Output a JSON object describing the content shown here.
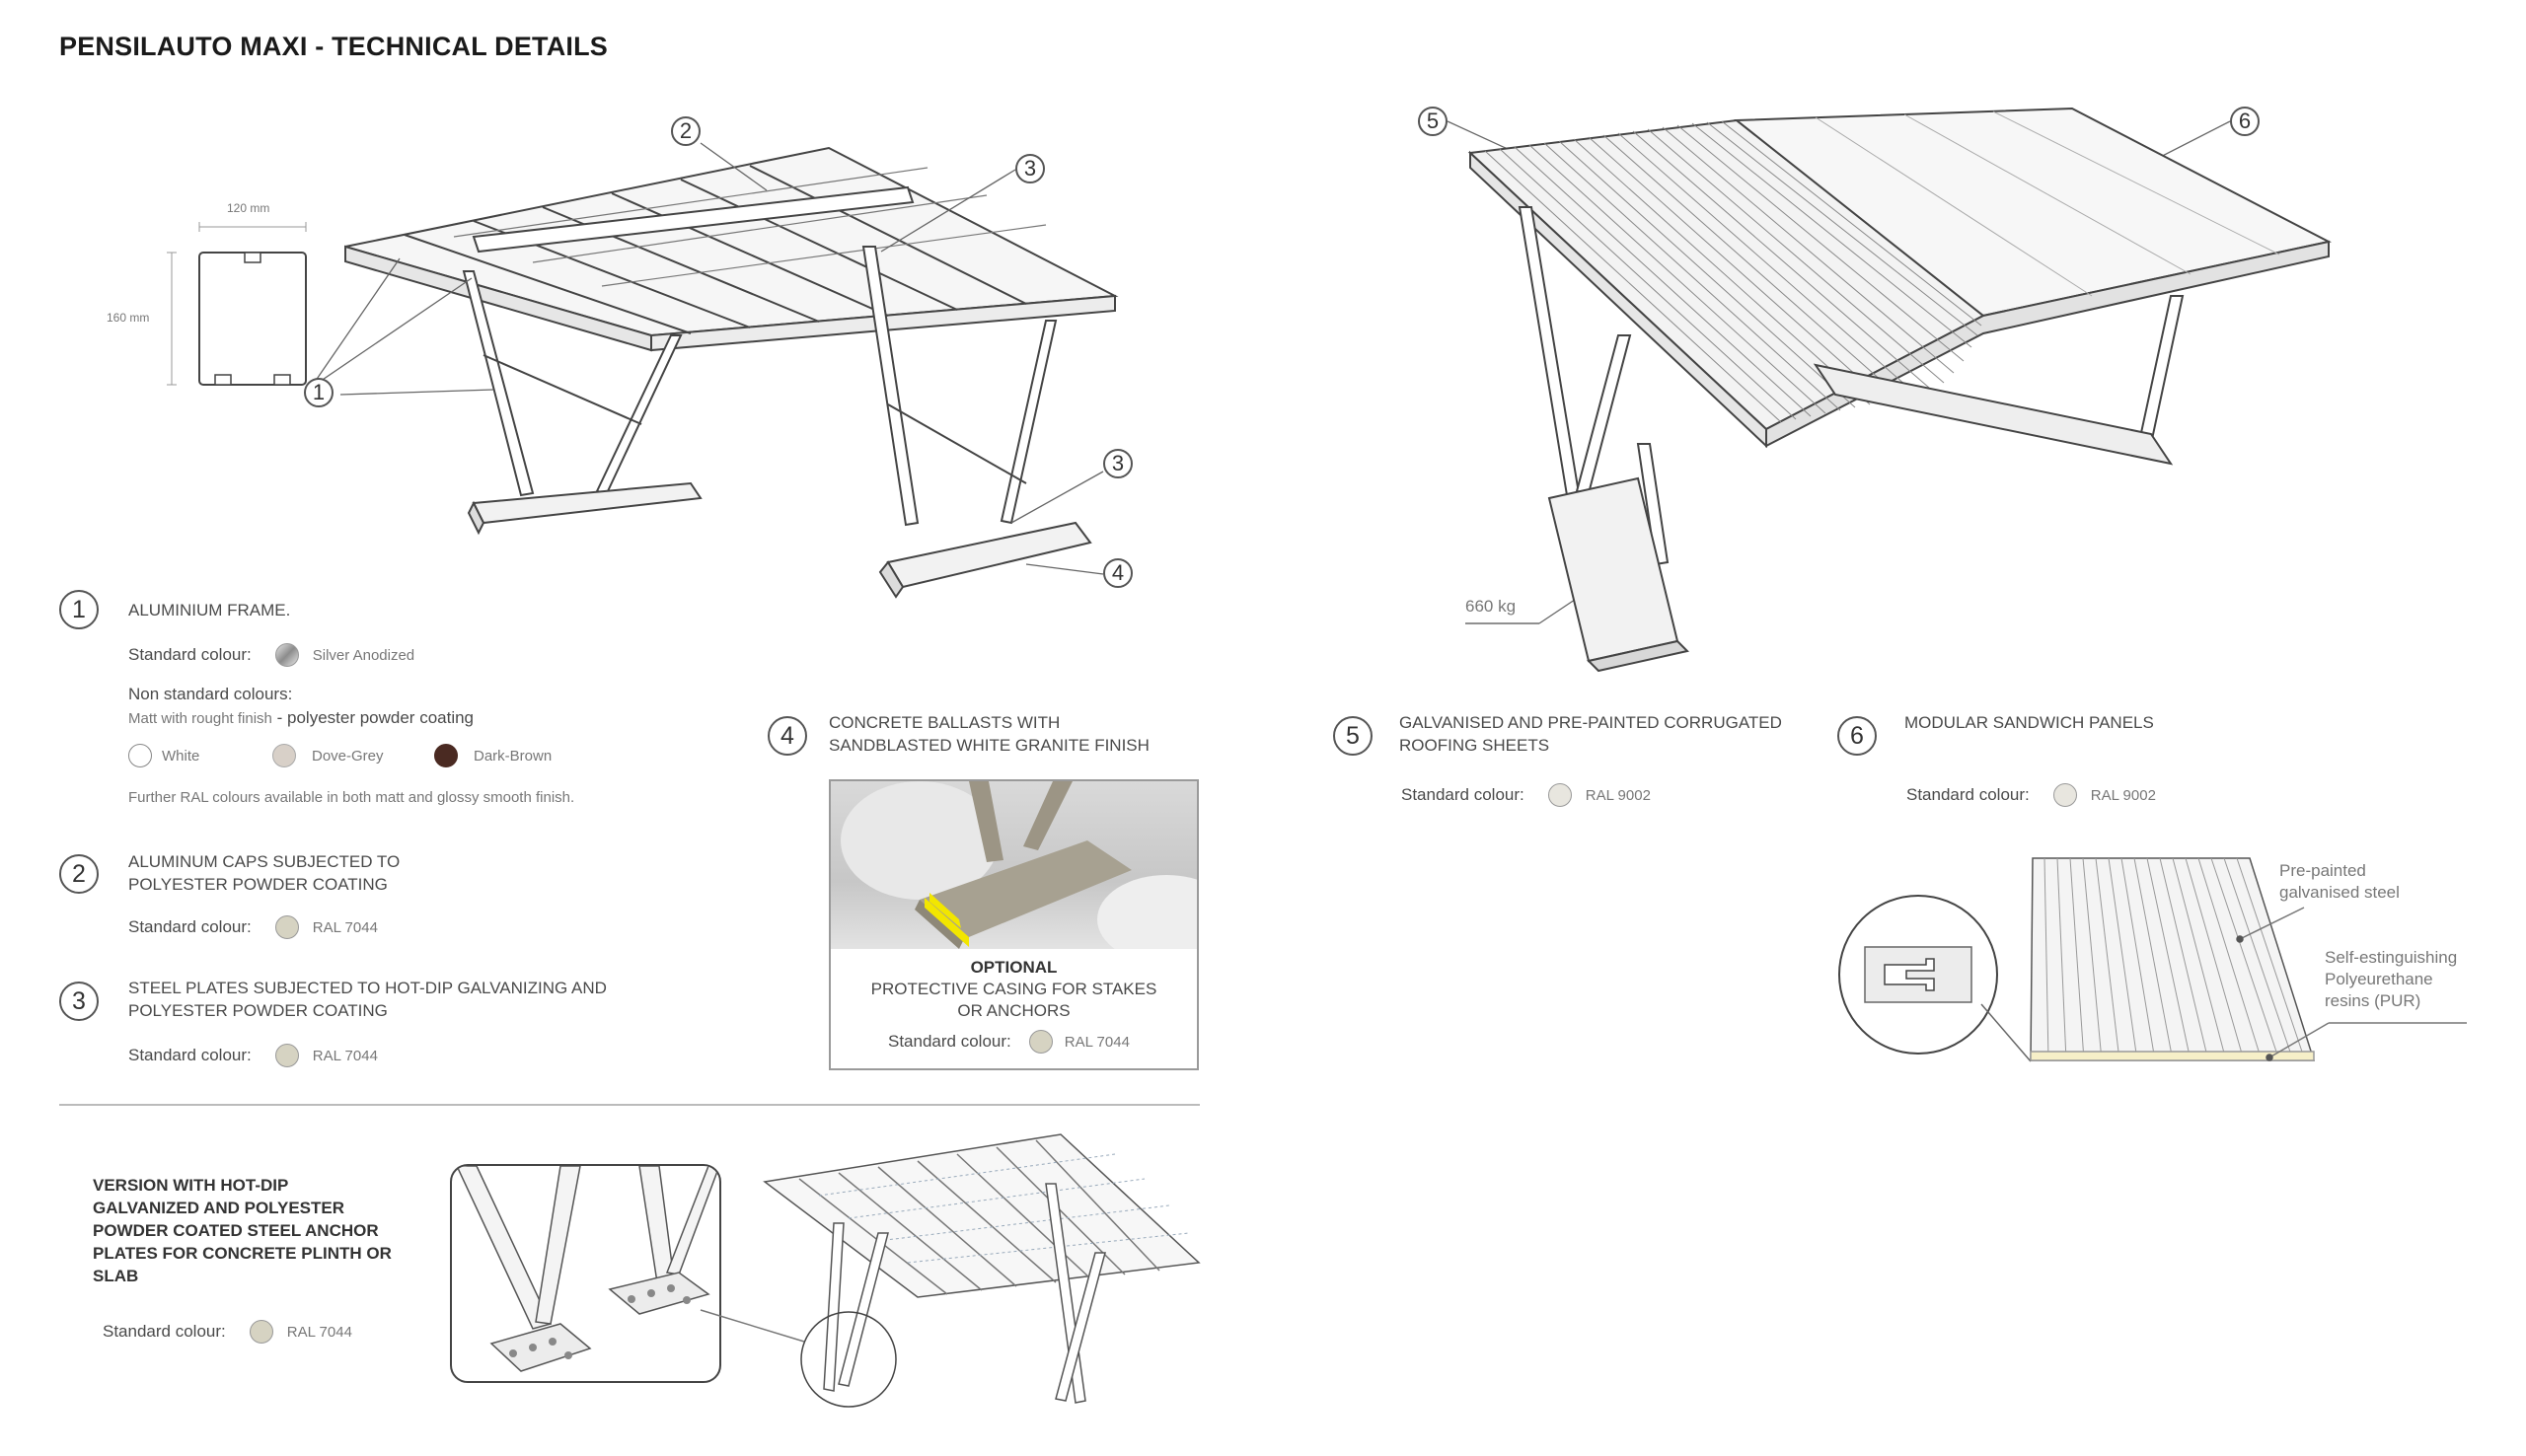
{
  "title": "PENSILAUTO MAXI - TECHNICAL DETAILS",
  "diagram": {
    "profile_width": "120 mm",
    "profile_height": "160 mm",
    "weight": "660 kg",
    "callouts": [
      "1",
      "2",
      "3",
      "3",
      "4",
      "5",
      "6"
    ]
  },
  "items": [
    {
      "number": "1",
      "label": "ALUMINIUM FRAME.",
      "standard_label": "Standard colour:",
      "standard_value": "Silver Anodized",
      "nonstandard_title": "Non standard colours:",
      "nonstandard_sub_a": "Matt with rought finish",
      "nonstandard_sub_b": " - polyester powder coating",
      "colours": [
        {
          "name": "White",
          "hex": "#ffffff"
        },
        {
          "name": "Dove-Grey",
          "hex": "#d8d0c8"
        },
        {
          "name": "Dark-Brown",
          "hex": "#4a2a22"
        }
      ],
      "note": "Further RAL colours available in both matt and glossy smooth finish."
    },
    {
      "number": "2",
      "label_line1": "ALUMINUM CAPS SUBJECTED TO",
      "label_line2": "POLYESTER POWDER COATING",
      "standard_label": "Standard colour:",
      "standard_value": "RAL 7044"
    },
    {
      "number": "3",
      "label_line1": "STEEL PLATES SUBJECTED TO HOT-DIP GALVANIZING AND",
      "label_line2": "POLYESTER POWDER COATING",
      "standard_label": "Standard colour:",
      "standard_value": "RAL 7044"
    },
    {
      "number": "4",
      "label_line1": "CONCRETE BALLASTS WITH",
      "label_line2": "SANDBLASTED WHITE GRANITE FINISH",
      "optional_title": "OPTIONAL",
      "optional_line1": "PROTECTIVE CASING FOR STAKES",
      "optional_line2": "OR ANCHORS",
      "standard_label": "Standard colour:",
      "standard_value": "RAL 7044"
    },
    {
      "number": "5",
      "label_line1": "GALVANISED AND PRE-PAINTED CORRUGATED",
      "label_line2": "ROOFING SHEETS",
      "standard_label": "Standard colour:",
      "standard_value": "RAL 9002"
    },
    {
      "number": "6",
      "label": "MODULAR SANDWICH PANELS",
      "standard_label": "Standard colour:",
      "standard_value": "RAL 9002",
      "annotation_a_line1": "Pre-painted",
      "annotation_a_line2": "galvanised steel",
      "annotation_b_line1": "Self-estinguishing",
      "annotation_b_line2": "Polyeurethane",
      "annotation_b_line3": "resins (PUR)"
    }
  ],
  "version": {
    "line1": "VERSION WITH HOT-DIP",
    "line2": "GALVANIZED AND POLYESTER",
    "line3": "POWDER COATED STEEL ANCHOR",
    "line4": "PLATES FOR CONCRETE PLINTH OR",
    "line5": "SLAB",
    "standard_label": "Standard colour:",
    "standard_value": "RAL 7044"
  },
  "colors": {
    "ral7044": "#d6d3c2",
    "ral9002": "#e8e6df",
    "silver": "#b8b8b8",
    "yellow_band": "#f2e600"
  }
}
